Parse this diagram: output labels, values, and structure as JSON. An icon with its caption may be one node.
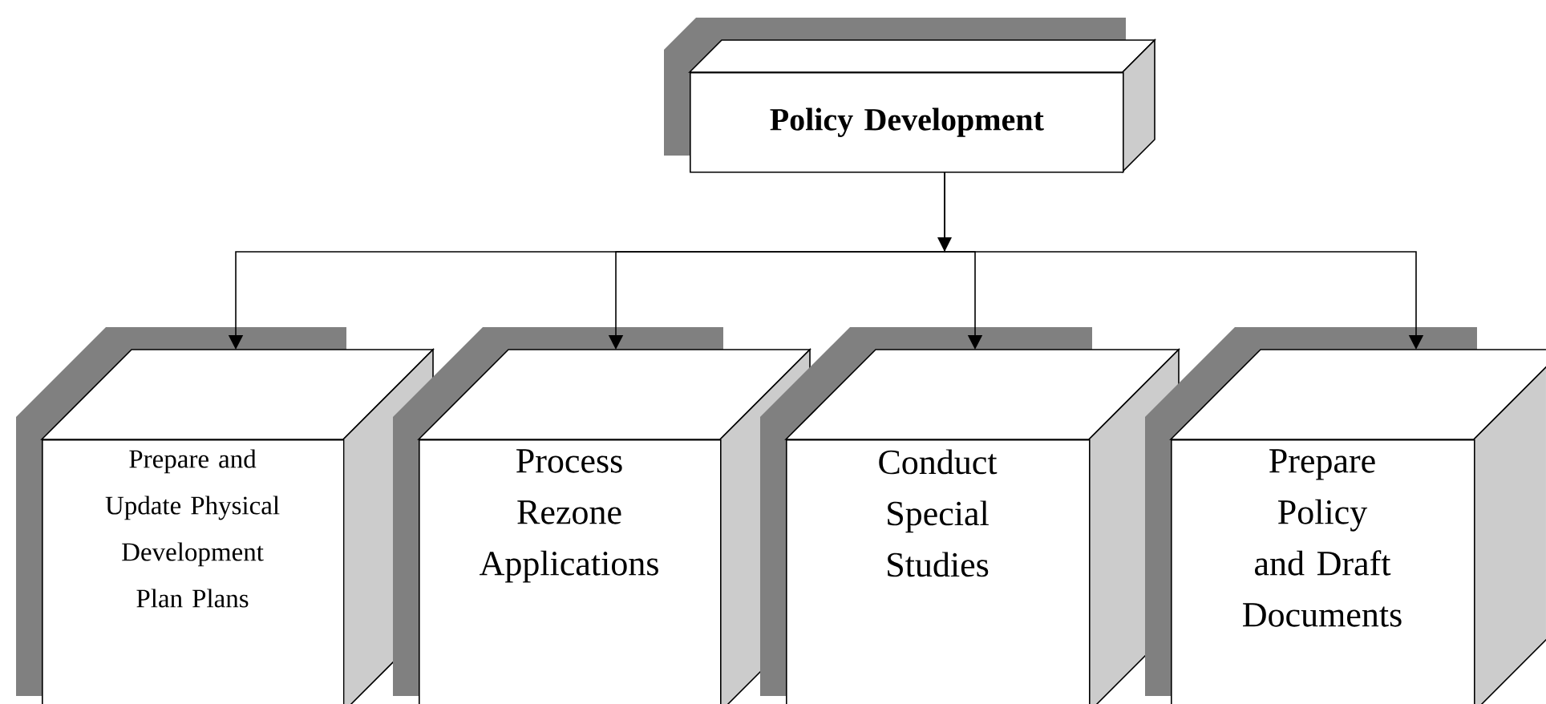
{
  "diagram": {
    "nodes": [
      {
        "text": [
          "Policy Development"
        ]
      },
      {
        "text": [
          "Prepare and Update Physical Development Plan Plans"
        ]
      },
      {
        "text": [
          "Process Rezone Applications"
        ]
      },
      {
        "text": [
          "Conduct Special Studies"
        ]
      },
      {
        "text": [
          "Prepare Policy and Draft Documents"
        ]
      }
    ],
    "edges": [
      {
        "from": 0,
        "to": 1,
        "arrow": "to"
      },
      {
        "from": 0,
        "to": 2,
        "arrow": "to"
      },
      {
        "from": 0,
        "to": 3,
        "arrow": "to"
      },
      {
        "from": 0,
        "to": 4,
        "arrow": "to"
      }
    ]
  }
}
